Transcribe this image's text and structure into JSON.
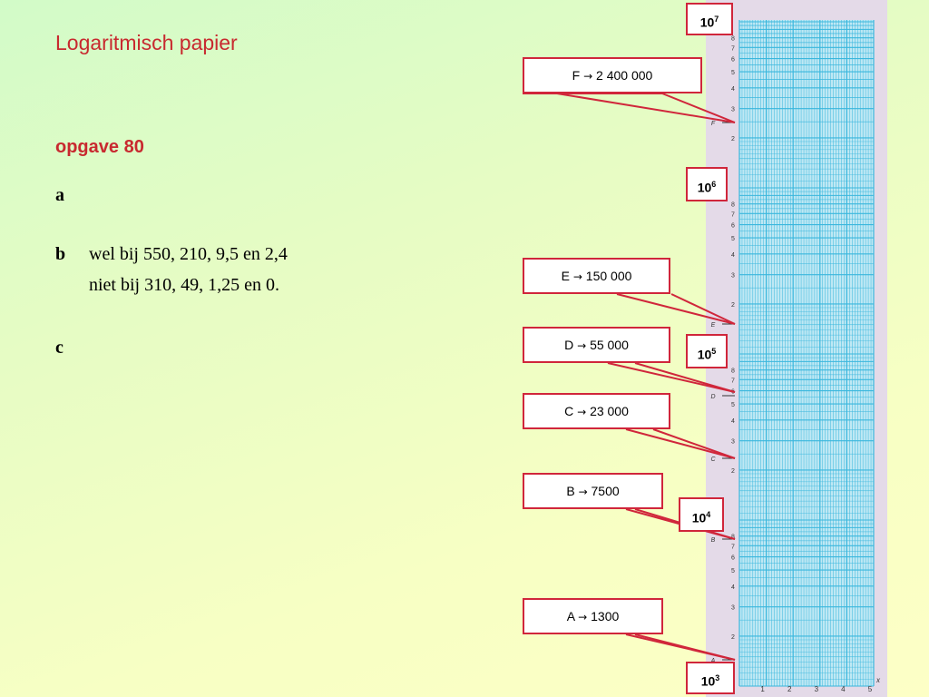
{
  "slide": {
    "title": "Logaritmisch papier",
    "subtitle": "opgave 80"
  },
  "questions": [
    {
      "letter": "a",
      "lines": []
    },
    {
      "letter": "b",
      "lines": [
        "wel bij 550, 210, 9,5 en 2,4",
        "niet bij 310, 49, 1,25 en 0."
      ]
    },
    {
      "letter": "c",
      "lines": []
    }
  ],
  "callouts": [
    {
      "label": "F",
      "arrow": "→",
      "value": "2 400 000"
    },
    {
      "label": "E",
      "arrow": "→",
      "value": "150 000"
    },
    {
      "label": "D",
      "arrow": "→",
      "value": "55 000"
    },
    {
      "label": "C",
      "arrow": "→",
      "value": "23 000"
    },
    {
      "label": "B",
      "arrow": "→",
      "value": "7500"
    },
    {
      "label": "A",
      "arrow": "→",
      "value": "1300"
    }
  ],
  "powers": [
    {
      "base": "10",
      "exp": "7"
    },
    {
      "base": "10",
      "exp": "6"
    },
    {
      "base": "10",
      "exp": "5"
    },
    {
      "base": "10",
      "exp": "4"
    },
    {
      "base": "10",
      "exp": "3"
    }
  ],
  "paper": {
    "x_ticks": [
      "1",
      "2",
      "3",
      "4",
      "5"
    ],
    "x_axis_label": "x",
    "y_decade_ticks": [
      "2",
      "3",
      "4",
      "5",
      "6",
      "7",
      "8"
    ],
    "point_labels": [
      "F",
      "E",
      "D",
      "C",
      "B",
      "A"
    ],
    "colors": {
      "grid": "#3ab7dd",
      "grid_bg": "#bfe8f4",
      "callout_border": "#d0263b",
      "strip": "#e4dae8",
      "heading": "#c8292f"
    }
  }
}
